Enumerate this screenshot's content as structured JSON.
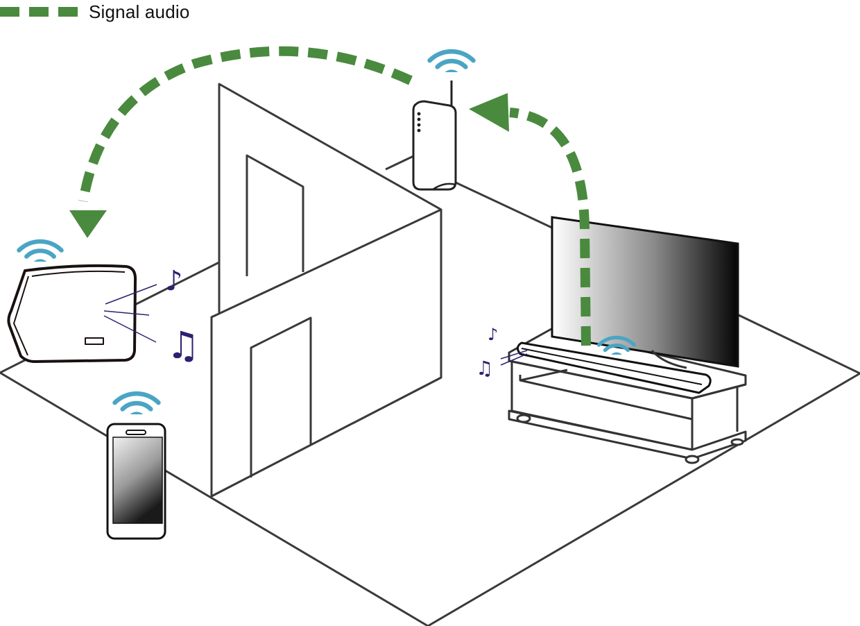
{
  "legend": {
    "label": "Signal audio",
    "line_style": "dashed",
    "color": "#4a8a3f"
  },
  "colors": {
    "signal": "#4a8a3f",
    "wifi": "#4aa5c4",
    "music_note": "#2b2170",
    "outline": "#333333",
    "wall_line": "#3a3a3a"
  },
  "icons": {
    "wifi": "wifi-icon",
    "note": "music-note-icon"
  },
  "devices": [
    "router",
    "wireless-speaker",
    "smartphone",
    "television",
    "soundbar",
    "tv-stand"
  ]
}
